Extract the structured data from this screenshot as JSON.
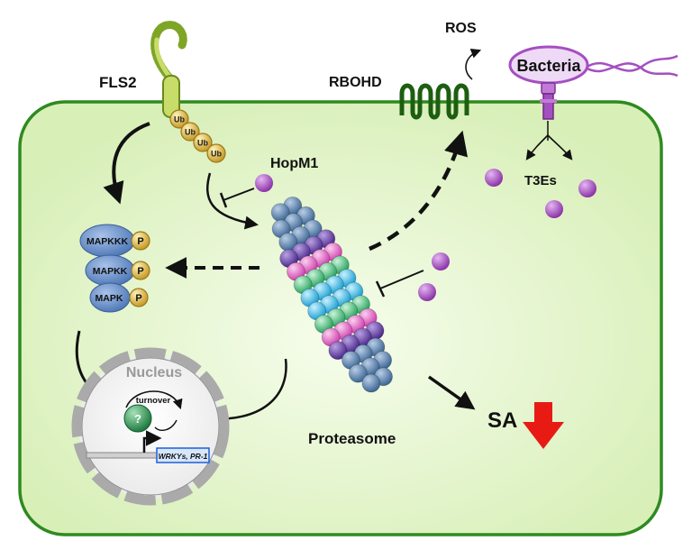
{
  "labels": {
    "fls2": "FLS2",
    "rbohd": "RBOHD",
    "ros": "ROS",
    "bacteria": "Bacteria",
    "t3es": "T3Es",
    "hopm1": "HopM1",
    "proteasome": "Proteasome",
    "sa": "SA",
    "nucleus": "Nucleus",
    "turnover": "turnover",
    "unknown_protein": "?",
    "genes": "WRKYs, PR-1"
  },
  "ubiquitin": [
    "Ub",
    "Ub",
    "Ub",
    "Ub"
  ],
  "kinases": [
    {
      "name": "MAPKKK",
      "phospho": "P"
    },
    {
      "name": "MAPKK",
      "phospho": "P"
    },
    {
      "name": "MAPK",
      "phospho": "P"
    }
  ],
  "colors": {
    "cell_border": "#2f8a1f",
    "cell_fill": "#e3f5c8",
    "receptor": "#c8dc6a",
    "ubiquitin": "#e9c75a",
    "kinase": "#5e87c4",
    "phospho": "#ecd064",
    "effector": "#a44fc0",
    "rbohd": "#1d5e10",
    "sa_arrow": "#e81b14",
    "nucleus_border": "#aaaaaa",
    "proteasome_core": [
      "#3fb8e8",
      "#3fc47a",
      "#e060c0",
      "#6a3fa8"
    ],
    "proteasome_cap": "#4e78a8"
  }
}
